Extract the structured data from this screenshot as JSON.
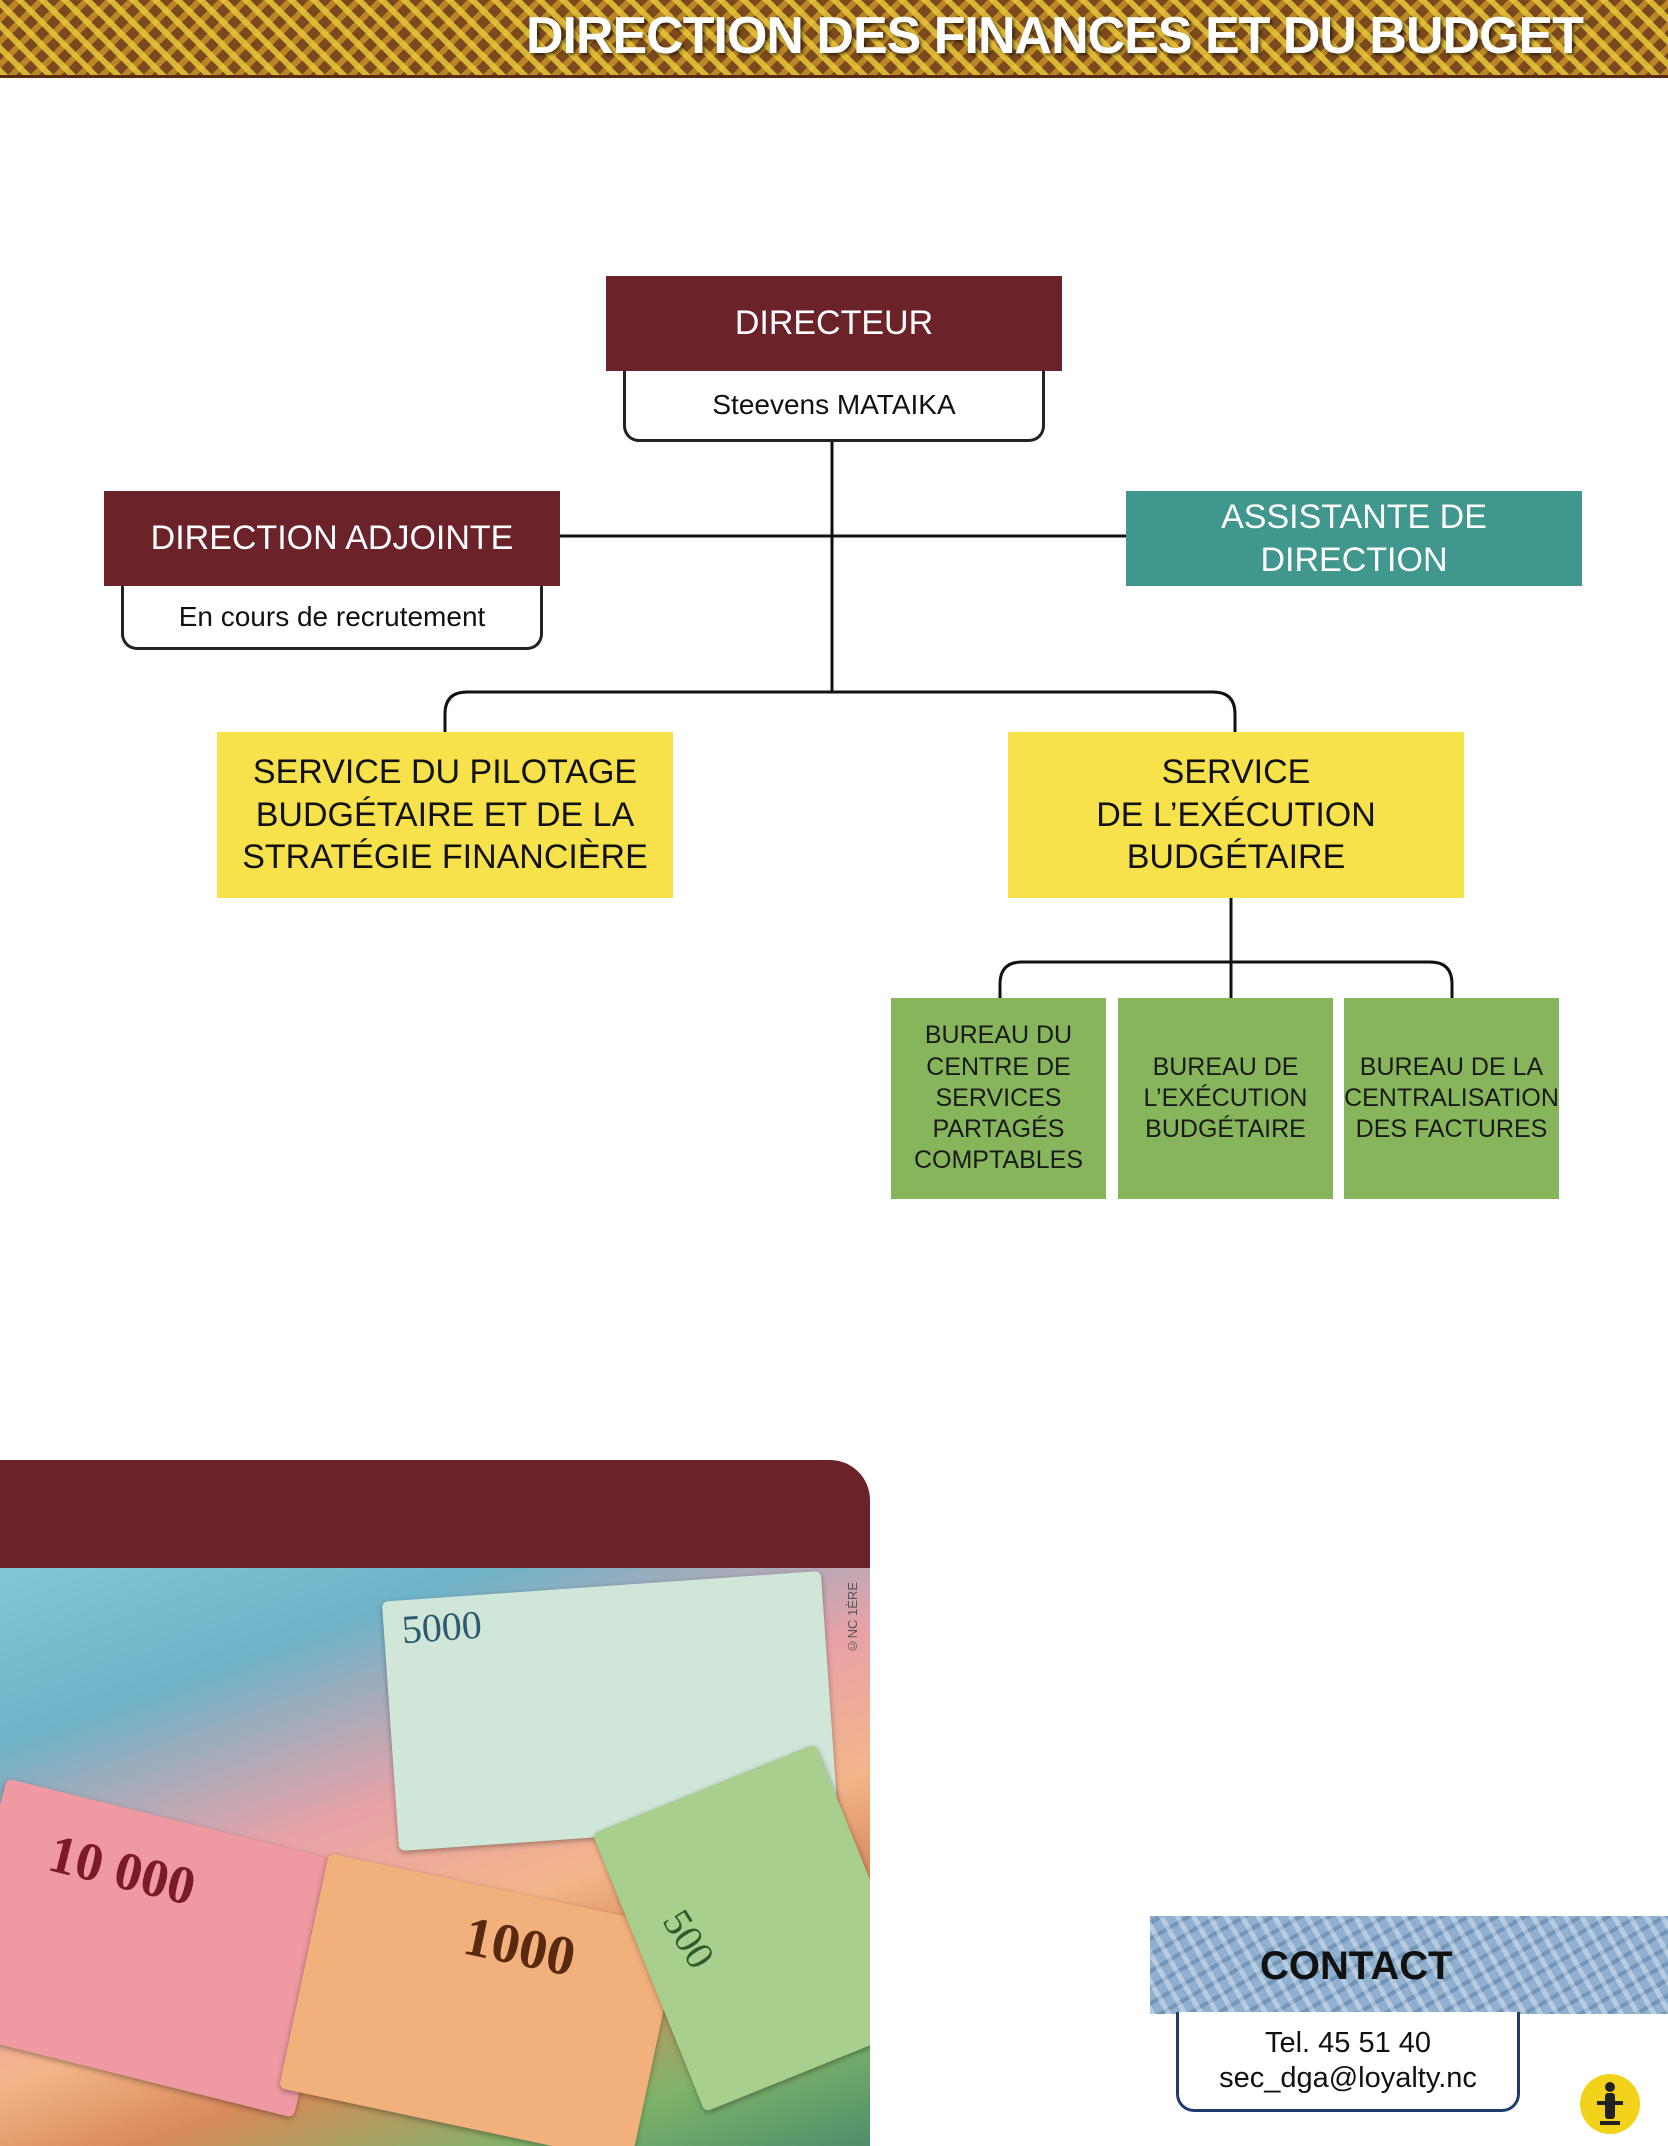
{
  "header": {
    "title": "DIRECTION DES FINANCES ET DU BUDGET"
  },
  "org_chart": {
    "director": {
      "title": "DIRECTEUR",
      "name": "Steevens MATAIKA"
    },
    "deputy": {
      "title": "DIRECTION ADJOINTE",
      "name": "En cours de recrutement"
    },
    "assistant": {
      "title": "ASSISTANTE DE DIRECTION"
    },
    "services": [
      {
        "lines": [
          "SERVICE DU PILOTAGE",
          "BUDGÉTAIRE ET DE LA",
          "STRATÉGIE FINANCIÈRE"
        ]
      },
      {
        "lines": [
          "SERVICE",
          "DE L’EXÉCUTION",
          "BUDGÉTAIRE"
        ]
      }
    ],
    "bureaus": [
      {
        "lines": [
          "BUREAU DU",
          "CENTRE DE",
          "SERVICES",
          "PARTAGÉS",
          "COMPTABLES"
        ]
      },
      {
        "lines": [
          "BUREAU DE",
          "L’EXÉCUTION",
          "BUDGÉTAIRE"
        ]
      },
      {
        "lines": [
          "BUREAU DE LA",
          "CENTRALISATION",
          "DES FACTURES"
        ]
      }
    ]
  },
  "photo": {
    "credit": "©NC 1ÈRE",
    "note_labels": [
      "5000",
      "10 000",
      "1000",
      "500"
    ]
  },
  "contact": {
    "title": "CONTACT",
    "phone": "Tel. 45 51 40",
    "email": "sec_dga@loyalty.nc"
  },
  "colors": {
    "maroon": "#6b2229",
    "teal": "#3f978d",
    "yellow": "#f7e24b",
    "green": "#86b55b",
    "contact_border": "#1e3d6e"
  }
}
